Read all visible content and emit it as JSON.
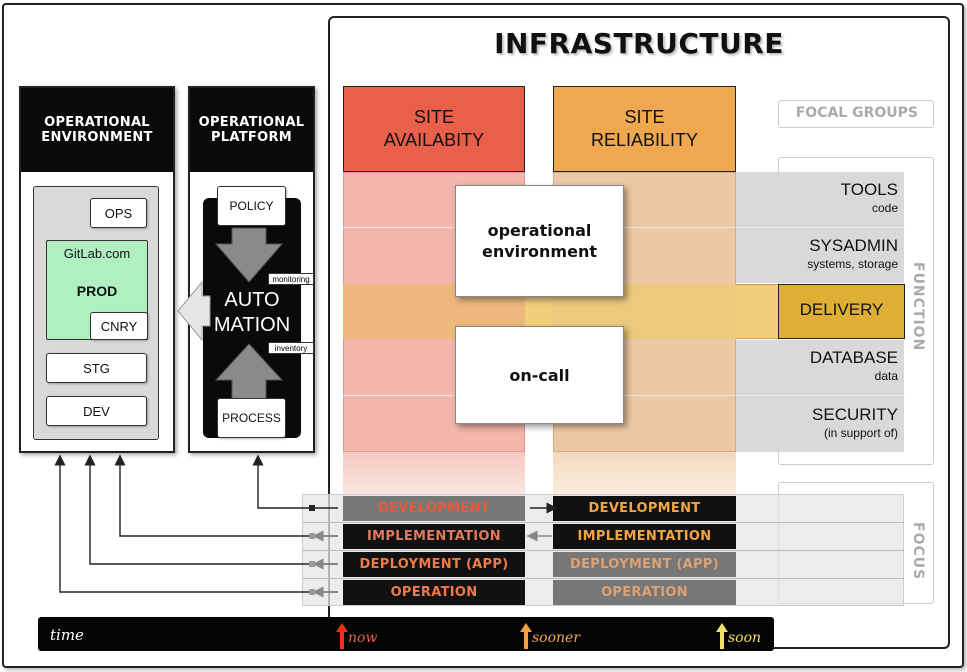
{
  "title": "INFRASTRUCTURE",
  "op_env": {
    "header": "OPERATIONAL\nENVIRONMENT",
    "ops": "OPS",
    "gitlab": "GitLab.com",
    "prod": "PROD",
    "cnry": "CNRY",
    "stg": "STG",
    "dev": "DEV"
  },
  "op_platform": {
    "header": "OPERATIONAL\nPLATFORM",
    "policy": "POLICY",
    "automation": "AUTO\nMATION",
    "monitoring": "monitoring",
    "inventory": "inventory",
    "process": "PROCESS"
  },
  "columns": {
    "availability": "SITE\nAVAILABITY",
    "reliability": "SITE\nRELIABILITY"
  },
  "focal_groups": "FOCAL GROUPS",
  "function_label": "FUNCTION",
  "focus_label": "FOCUS",
  "functions": [
    {
      "name": "TOOLS",
      "sub": "code"
    },
    {
      "name": "SYSADMIN",
      "sub": "systems, storage"
    },
    {
      "name": "DELIVERY",
      "sub": ""
    },
    {
      "name": "DATABASE",
      "sub": "data"
    },
    {
      "name": "SECURITY",
      "sub": "(in support of)"
    }
  ],
  "cards": {
    "op_env": "operational\nenvironment",
    "oncall": "on-call"
  },
  "focus_rows": {
    "availability": [
      "DEVELOPMENT",
      "IMPLEMENTATION",
      "DEPLOYMENT (APP)",
      "OPERATION"
    ],
    "reliability": [
      "DEVELOPMENT",
      "IMPLEMENTATION",
      "DEPLOYMENT (APP)",
      "OPERATION"
    ]
  },
  "timeline": {
    "time": "time",
    "now": "now",
    "sooner": "sooner",
    "soon": "soon"
  },
  "colors": {
    "availability": "#e8604a",
    "reliability": "#f0a850",
    "delivery": "#e0b030",
    "prod": "#b0f0c0"
  }
}
